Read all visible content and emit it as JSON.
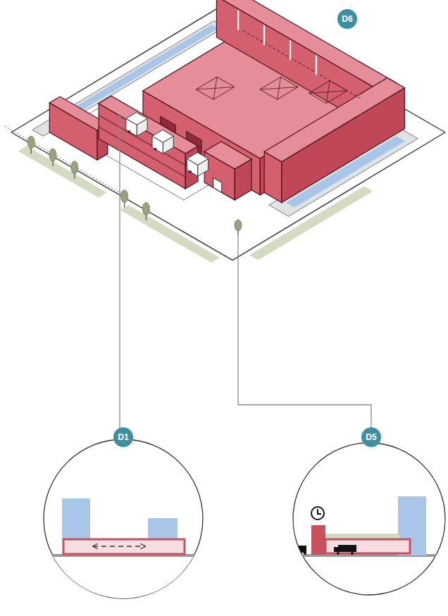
{
  "diagram": {
    "nodes": [
      {
        "text": [
          "D6"
        ]
      },
      {
        "text": [
          "D1"
        ]
      },
      {
        "text": [
          "D5"
        ]
      }
    ]
  }
}
